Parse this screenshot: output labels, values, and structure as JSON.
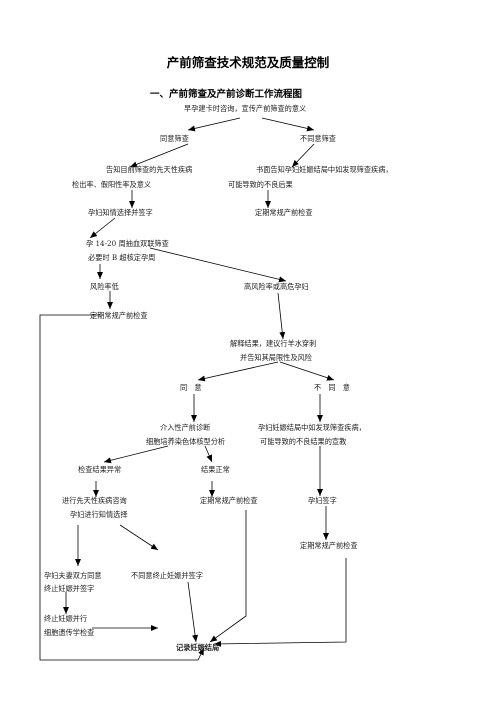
{
  "title": "产前筛查技术规范及质量控制",
  "section": "一、产前筛查及产前诊断工作流程图",
  "nodes": {
    "n1": "早孕建卡时咨询，宣传产前筛查的意义",
    "n2": "同意筛查",
    "n3": "不同意筛查",
    "n4a": "告知目前筛查的先天性疾病",
    "n4b": "检出率、假阳性率及意义",
    "n5a": "书面告知孕妇妊娠结局中如发现筛查疾病，",
    "n5b": "可能导致的不良后果",
    "n6": "孕妇知情选择并签字",
    "n7": "定期常规产前检查",
    "n8a": "孕 14-20 周抽血双联筛查",
    "n8b": "必要时 B 超核定孕周",
    "n9": "风险率低",
    "n10": "高风险率或高危孕妇",
    "n11": "定期常规产前检查",
    "n12a": "解释结果，建议行羊水穿刺",
    "n12b": "并告知其局限性及风险",
    "n13": "同　意",
    "n14": "不　同　意",
    "n15a": "介入性产前诊断",
    "n15b": "细胞培养染色体核型分析",
    "n16a": "孕妇妊娠结局中如发现筛查疾病，",
    "n16b": "可能导致的不良结果的宣教",
    "n17": "检查结果异常",
    "n18": "结果正常",
    "n19a": "进行先天性疾病咨询",
    "n19b": "孕妇进行知情选择",
    "n20": "定期常规产前检查",
    "n21": "孕妇签字",
    "n22": "定期常规产前检查",
    "n23a": "孕妇夫妻双方同意",
    "n23b": "终止妊娠并签字",
    "n24": "不同意终止妊娠并签字",
    "n25a": "终止妊娠并行",
    "n25b": "细胞遗传学检查",
    "n26": "记录妊娠结局"
  }
}
